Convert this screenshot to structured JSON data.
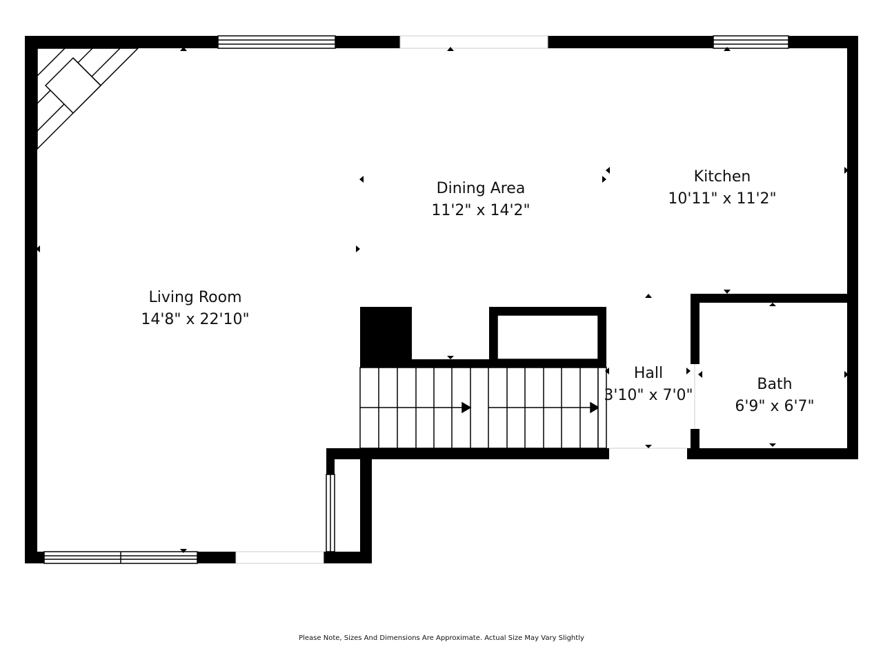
{
  "rooms": {
    "living": {
      "name": "Living Room",
      "dims": "14'8\" x 22'10\""
    },
    "dining": {
      "name": "Dining Area",
      "dims": "11'2\" x 14'2\""
    },
    "kitchen": {
      "name": "Kitchen",
      "dims": "10'11\" x 11'2\""
    },
    "hall": {
      "name": "Hall",
      "dims": "3'10\" x 7'0\""
    },
    "bath": {
      "name": "Bath",
      "dims": "6'9\" x 6'7\""
    }
  },
  "disclaimer": "Please Note, Sizes And Dimensions Are Approximate. Actual Size May Vary Slightly",
  "colors": {
    "wall": "#000000",
    "background": "#ffffff"
  }
}
